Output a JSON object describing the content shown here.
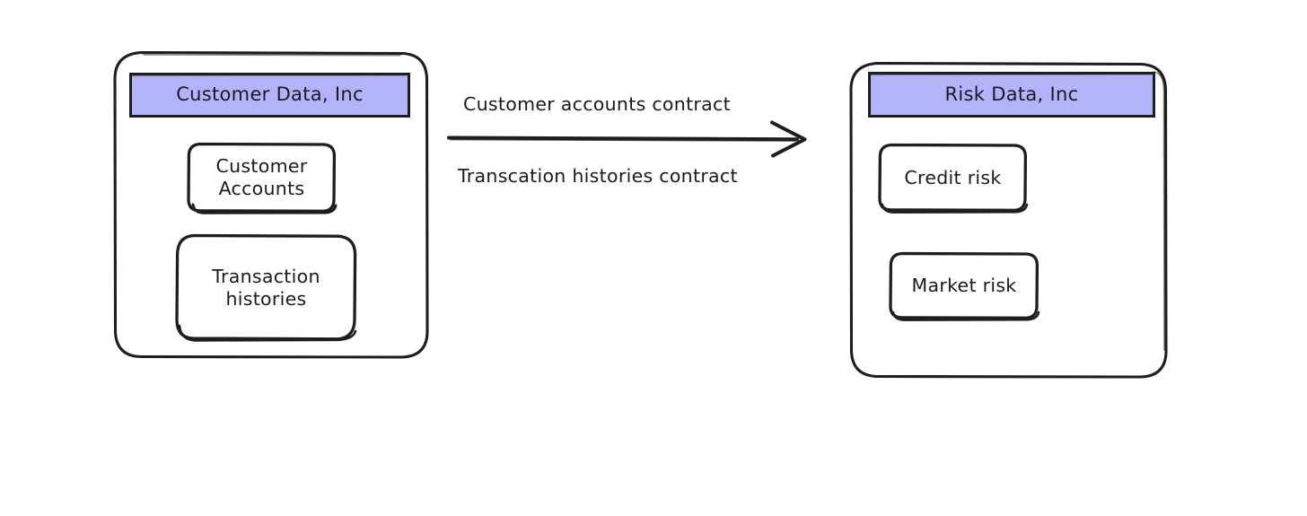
{
  "diagram": {
    "title_text_color": "#1b1b1f",
    "header_fill": "#b3b3fa",
    "stroke_color": "#1e1e1e",
    "background": "#ffffff",
    "left_container": {
      "header": "Customer Data, Inc",
      "nodes": [
        {
          "label": "Customer\nAccounts"
        },
        {
          "label": "Transaction\nhistories"
        }
      ]
    },
    "right_container": {
      "header": "Risk Data, Inc",
      "nodes": [
        {
          "label": "Credit risk"
        },
        {
          "label": "Market risk"
        }
      ]
    },
    "connector": {
      "direction": "left-to-right",
      "label_above": "Customer accounts contract",
      "label_below": "Transcation histories contract"
    }
  }
}
